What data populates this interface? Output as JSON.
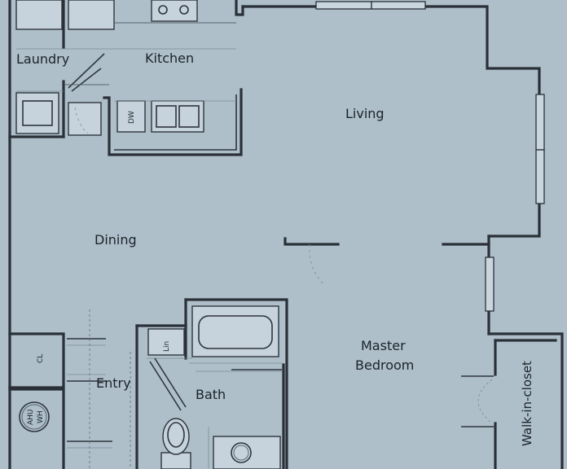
{
  "rooms": {
    "laundry": "Laundry",
    "kitchen": "Kitchen",
    "living": "Living",
    "dining": "Dining",
    "master_bedroom_line1": "Master",
    "master_bedroom_line2": "Bedroom",
    "entry": "Entry",
    "bath": "Bath",
    "walk_in_closet": "Walk-in-closet"
  },
  "fixtures": {
    "dishwasher": "DW",
    "coat_closet": "CL",
    "linen": "Lin",
    "ahu_line1": "AHU",
    "ahu_line2": "WH"
  }
}
